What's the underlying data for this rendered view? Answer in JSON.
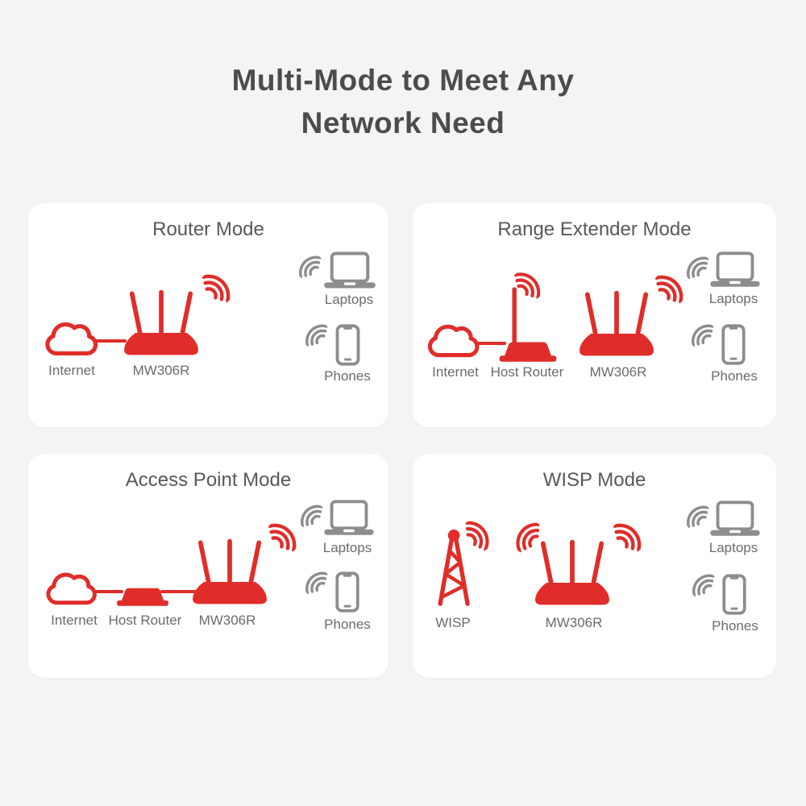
{
  "header": {
    "title_line1": "Multi-Mode to Meet Any",
    "title_line2": "Network Need"
  },
  "colors": {
    "brand_red": "#e02d29",
    "device_gray": "#8d8d8f",
    "heading_gray": "#4c4c4e",
    "panel_title_gray": "#57585a",
    "label_gray": "#6a6b6d",
    "page_background": "#f4f4f5",
    "card_background": "#ffffff"
  },
  "icons": {
    "internet-cloud-icon": "cloud-outline",
    "router-mw306r-icon": "three-antenna-router",
    "host-router-icon": "router-box",
    "host-router-antenna-icon": "router-box-one-antenna",
    "wisp-tower-icon": "radio-tower",
    "laptop-icon": "laptop-outline",
    "phone-icon": "smartphone-outline",
    "wifi-waves-icon": "three-arc-signal"
  },
  "panels": [
    {
      "title": "Router Mode",
      "labels": {
        "internet": "Internet",
        "mw306r": "MW306R",
        "laptops": "Laptops",
        "phones": "Phones"
      }
    },
    {
      "title": "Range Extender Mode",
      "labels": {
        "internet": "Internet",
        "host_router": "Host Router",
        "mw306r": "MW306R",
        "laptops": "Laptops",
        "phones": "Phones"
      }
    },
    {
      "title": "Access Point Mode",
      "labels": {
        "internet": "Internet",
        "host_router": "Host Router",
        "mw306r": "MW306R",
        "laptops": "Laptops",
        "phones": "Phones"
      }
    },
    {
      "title": "WISP Mode",
      "labels": {
        "wisp": "WISP",
        "mw306r": "MW306R",
        "laptops": "Laptops",
        "phones": "Phones"
      }
    }
  ]
}
